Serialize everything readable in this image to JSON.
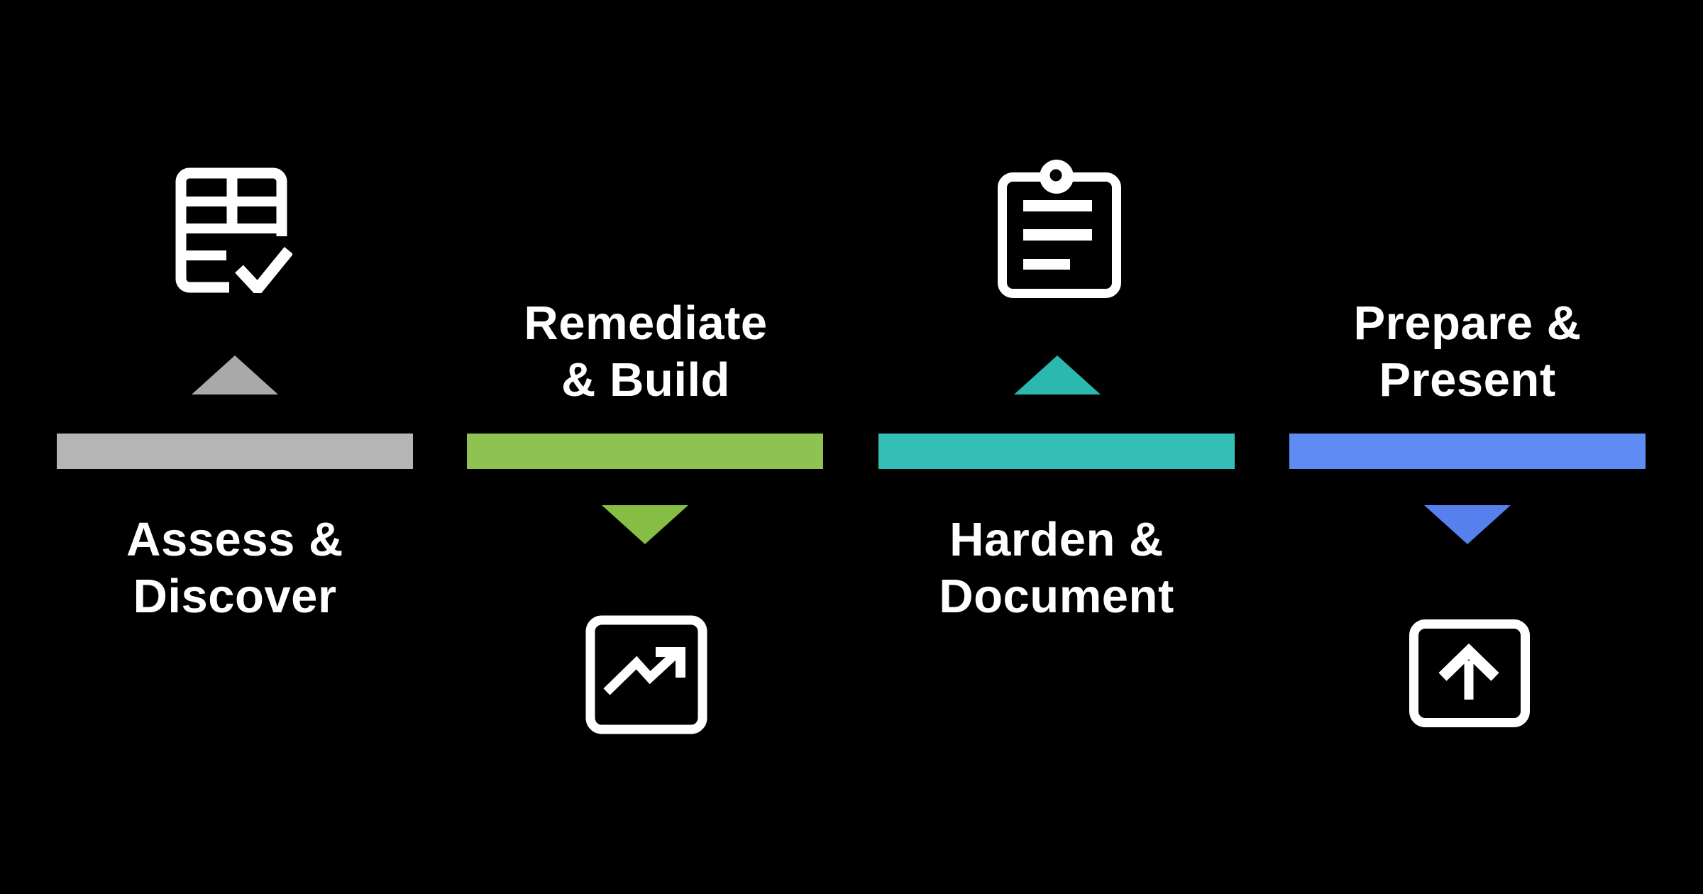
{
  "diagram": {
    "background_color": "#000000",
    "text_color": "#ffffff",
    "icon_color": "#ffffff",
    "phases": [
      {
        "title_line1": "Assess &",
        "title_line2": "Discover",
        "bar_color": "#b5b5b5",
        "triangle_color": "#a9a9a9",
        "icon": "table-check-icon",
        "arrow_direction": "up",
        "title_position": "below-bar"
      },
      {
        "title_line1": "Remediate",
        "title_line2": "& Build",
        "bar_color": "#8ec351",
        "triangle_color": "#85bd45",
        "icon": "trend-chart-icon",
        "arrow_direction": "down",
        "title_position": "above-bar"
      },
      {
        "title_line1": "Harden &",
        "title_line2": "Document",
        "bar_color": "#33bfb8",
        "triangle_color": "#2bb8af",
        "icon": "clipboard-icon",
        "arrow_direction": "up",
        "title_position": "below-bar"
      },
      {
        "title_line1": "Prepare &",
        "title_line2": "Present",
        "bar_color": "#5f8cf3",
        "triangle_color": "#5680ee",
        "icon": "present-screen-icon",
        "arrow_direction": "down",
        "title_position": "above-bar"
      }
    ]
  }
}
